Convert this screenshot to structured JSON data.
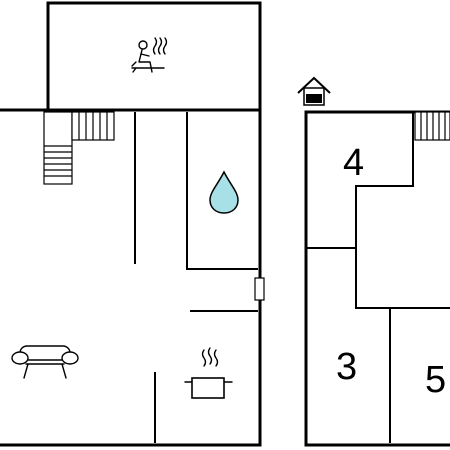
{
  "rooms": [
    {
      "label": "4"
    },
    {
      "label": "3"
    },
    {
      "label": "5"
    }
  ],
  "icons": [
    "sauna-icon",
    "bathroom-drop-icon",
    "sofa-icon",
    "kitchen-pot-icon",
    "house-entrance-icon",
    "stairs-icon"
  ],
  "colors": {
    "wall": "#000000",
    "water_drop": "#a8e0e8",
    "background": "#ffffff"
  }
}
